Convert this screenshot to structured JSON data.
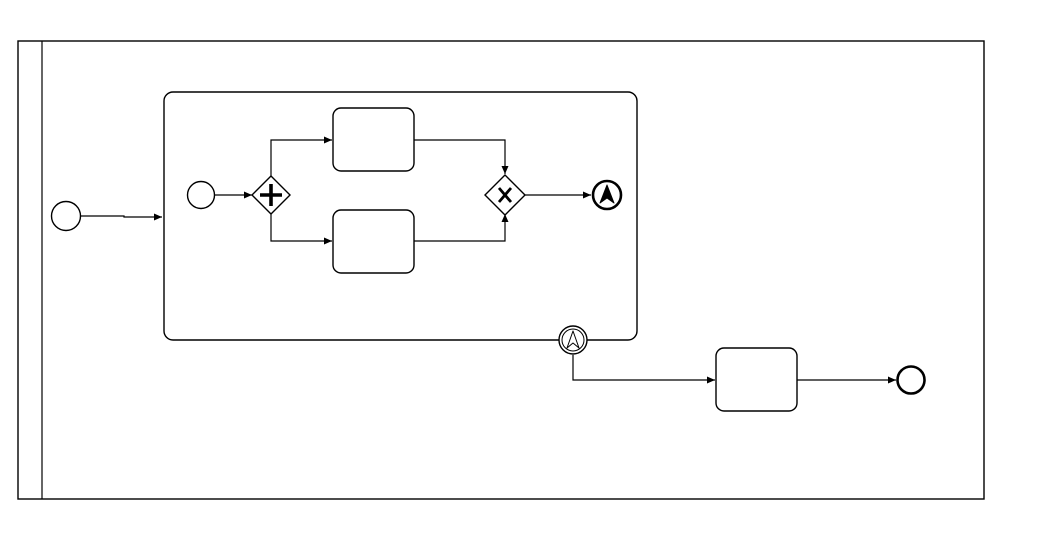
{
  "diagram": {
    "type": "bpmn-process",
    "pool": {
      "label": ""
    },
    "elements": [
      {
        "id": "start-event",
        "kind": "start-event",
        "label": ""
      },
      {
        "id": "subprocess",
        "kind": "expanded-subprocess",
        "label": ""
      },
      {
        "id": "sub-start-event",
        "kind": "start-event",
        "label": ""
      },
      {
        "id": "parallel-gateway",
        "kind": "parallel-gateway",
        "label": ""
      },
      {
        "id": "task-top",
        "kind": "task",
        "label": ""
      },
      {
        "id": "task-bottom",
        "kind": "task",
        "label": ""
      },
      {
        "id": "exclusive-gateway",
        "kind": "exclusive-gateway",
        "label": ""
      },
      {
        "id": "escalation-end-event",
        "kind": "escalation-end-event",
        "label": ""
      },
      {
        "id": "boundary-escalation-event",
        "kind": "boundary-escalation-event",
        "label": ""
      },
      {
        "id": "task-after",
        "kind": "task",
        "label": ""
      },
      {
        "id": "end-event",
        "kind": "end-event",
        "label": ""
      }
    ],
    "flows": [
      {
        "from": "start-event",
        "to": "subprocess"
      },
      {
        "from": "sub-start-event",
        "to": "parallel-gateway"
      },
      {
        "from": "parallel-gateway",
        "to": "task-top"
      },
      {
        "from": "parallel-gateway",
        "to": "task-bottom"
      },
      {
        "from": "task-top",
        "to": "exclusive-gateway"
      },
      {
        "from": "task-bottom",
        "to": "exclusive-gateway"
      },
      {
        "from": "exclusive-gateway",
        "to": "escalation-end-event"
      },
      {
        "from": "boundary-escalation-event",
        "to": "task-after"
      },
      {
        "from": "task-after",
        "to": "end-event"
      }
    ]
  }
}
